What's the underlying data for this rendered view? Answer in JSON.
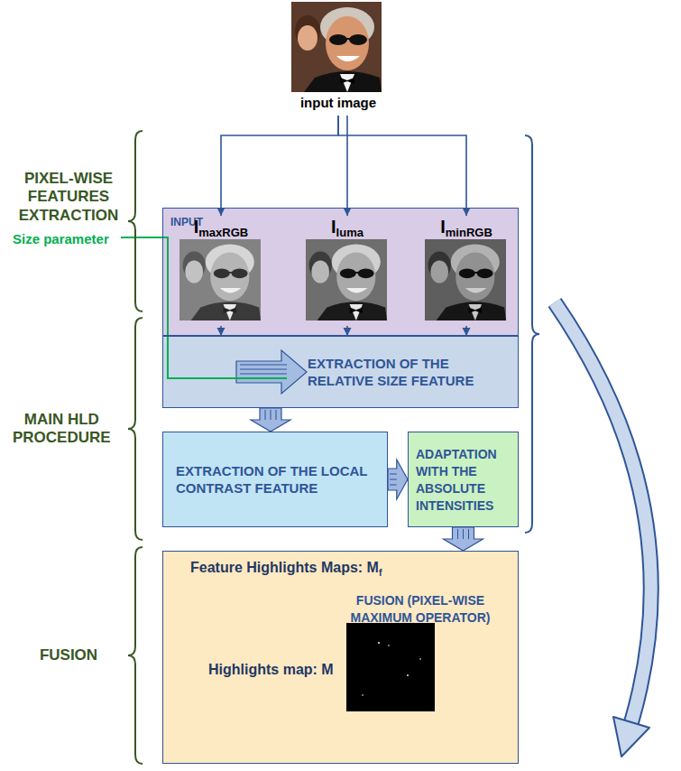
{
  "diagram": {
    "nodes": [
      {
        "text": [
          "input image"
        ]
      },
      {
        "text": [
          "INPUT"
        ]
      },
      {
        "text": [
          "I",
          "maxRGB"
        ],
        "in": 1
      },
      {
        "text": [
          "I",
          "luma"
        ],
        "in": 1
      },
      {
        "text": [
          "I",
          "minRGB"
        ],
        "in": 1
      },
      {
        "text": [
          "EXTRACTION OF THE RELATIVE SIZE FEATURE"
        ]
      },
      {
        "text": [
          "EXTRACTION OF THE LOCAL CONTRAST FEATURE"
        ]
      },
      {
        "text": [
          "ADAPTATION WITH THE ABSOLUTE INTENSITIES"
        ]
      },
      {
        "text": [
          "Feature Highlights Maps: M",
          "f",
          "FUSION (PIXEL-WISE MAXIMUM OPERATOR)",
          "Highlights map: M"
        ]
      }
    ],
    "edges": [
      {
        "from": 0,
        "to": 2,
        "arrow": "to"
      },
      {
        "from": 0,
        "to": 3,
        "arrow": "to"
      },
      {
        "from": 0,
        "to": 4,
        "arrow": "to"
      },
      {
        "from": 2,
        "to": 5,
        "arrow": "to"
      },
      {
        "from": 3,
        "to": 5,
        "arrow": "to"
      },
      {
        "from": 4,
        "to": 5,
        "arrow": "to"
      },
      {
        "from": 5,
        "to": 6,
        "arrow": "to"
      },
      {
        "from": 6,
        "to": 7,
        "arrow": "to"
      },
      {
        "from": 7,
        "to": 8,
        "arrow": "to"
      }
    ],
    "labels": [
      "PIXEL-WISE FEATURES EXTRACTION",
      "Size parameter",
      "MAIN HLD PROCEDURE",
      "FUSION"
    ]
  }
}
